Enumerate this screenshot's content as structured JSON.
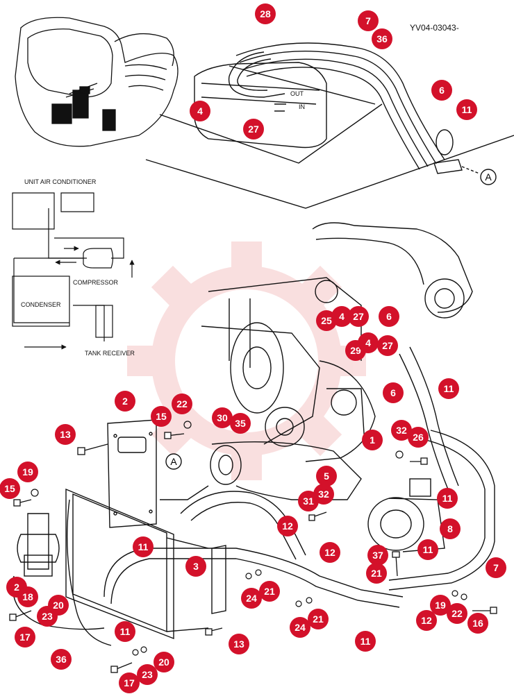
{
  "diagram": {
    "code": "YV04-03043-",
    "view_marker": "A",
    "flow": {
      "unit": "UNIT AIR CONDITIONER",
      "compressor": "COMPRESSOR",
      "condenser": "CONDENSER",
      "receiver": "TANK RECEIVER"
    },
    "port_out": "OUT",
    "port_in": "IN",
    "accent": "#d3112a",
    "watermark": "#f5c6c6"
  },
  "callouts": [
    "28",
    "7",
    "36",
    "6",
    "11",
    "4",
    "27",
    "25",
    "4",
    "27",
    "6",
    "29",
    "4",
    "27",
    "6",
    "11",
    "2",
    "22",
    "15",
    "13",
    "30",
    "35",
    "32",
    "26",
    "1",
    "5",
    "32",
    "31",
    "12",
    "11",
    "8",
    "11",
    "19",
    "15",
    "12",
    "37",
    "21",
    "7",
    "11",
    "3",
    "24",
    "21",
    "19",
    "22",
    "16",
    "2",
    "18",
    "23",
    "20",
    "17",
    "11",
    "24",
    "21",
    "12",
    "36",
    "11",
    "13",
    "20",
    "23",
    "17"
  ]
}
